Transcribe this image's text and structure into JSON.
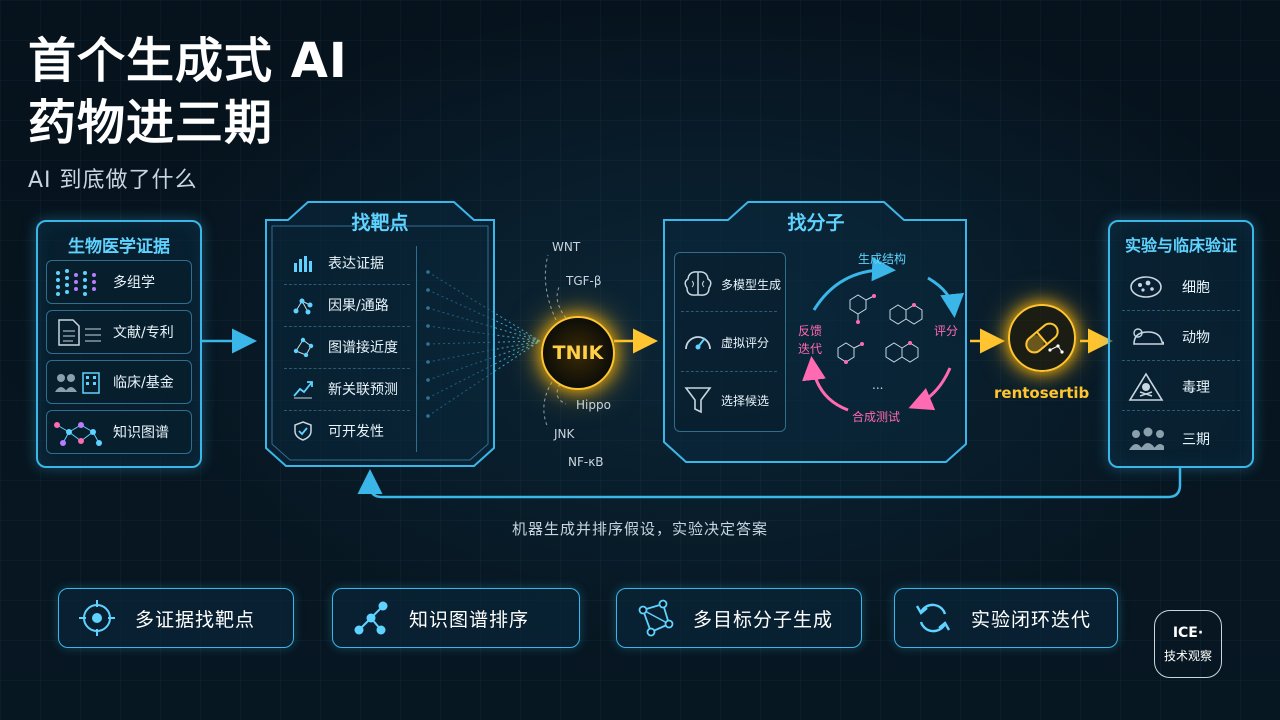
{
  "title_line1": "首个生成式 AI",
  "title_line2": "药物进三期",
  "subtitle": "AI 到底做了什么",
  "evidence": {
    "title": "生物医学证据",
    "items": [
      {
        "label": "多组学",
        "icon": "omics-dots-icon"
      },
      {
        "label": "文献/专利",
        "icon": "document-icon"
      },
      {
        "label": "临床/基金",
        "icon": "people-building-icon"
      },
      {
        "label": "知识图谱",
        "icon": "network-icon"
      }
    ]
  },
  "target_finding": {
    "title": "找靶点",
    "items": [
      {
        "label": "表达证据",
        "icon": "bar-chart-icon"
      },
      {
        "label": "因果/通路",
        "icon": "pathway-icon"
      },
      {
        "label": "图谱接近度",
        "icon": "graph-icon"
      },
      {
        "label": "新关联预测",
        "icon": "trend-icon"
      },
      {
        "label": "可开发性",
        "icon": "shield-check-icon"
      }
    ]
  },
  "hub": {
    "label": "TNIK",
    "targets": [
      "WNT",
      "TGF-β",
      "Hippo",
      "JNK",
      "NF-κB"
    ]
  },
  "molecule_finding": {
    "title": "找分子",
    "steps": [
      {
        "label": "多模型生成",
        "icon": "brain-icon"
      },
      {
        "label": "虚拟评分",
        "icon": "gauge-icon"
      },
      {
        "label": "选择候选",
        "icon": "funnel-icon"
      }
    ],
    "cycle": {
      "top": "生成结构",
      "right": "评分",
      "bottom": "合成测试",
      "left_line1": "反馈",
      "left_line2": "迭代",
      "ellipsis": "..."
    }
  },
  "drug": {
    "name": "rentosertib"
  },
  "validation": {
    "title": "实验与临床验证",
    "items": [
      {
        "label": "细胞",
        "icon": "petri-dish-icon"
      },
      {
        "label": "动物",
        "icon": "mouse-icon"
      },
      {
        "label": "毒理",
        "icon": "toxic-warning-icon"
      },
      {
        "label": "三期",
        "icon": "group-icon"
      }
    ]
  },
  "loop_note": "机器生成并排序假设，实验决定答案",
  "bottom": [
    {
      "label": "多证据找靶点",
      "icon": "crosshair-icon"
    },
    {
      "label": "知识图谱排序",
      "icon": "graph-nodes-icon"
    },
    {
      "label": "多目标分子生成",
      "icon": "molecule-polygon-icon"
    },
    {
      "label": "实验闭环迭代",
      "icon": "refresh-cycle-icon"
    }
  ],
  "badge": {
    "line1": "ICE·",
    "line2": "技术观察"
  },
  "colors": {
    "accent": "#3bb6e8",
    "highlight": "#ffc531",
    "pink": "#ff6ab2",
    "title": "#5fd3ff"
  }
}
